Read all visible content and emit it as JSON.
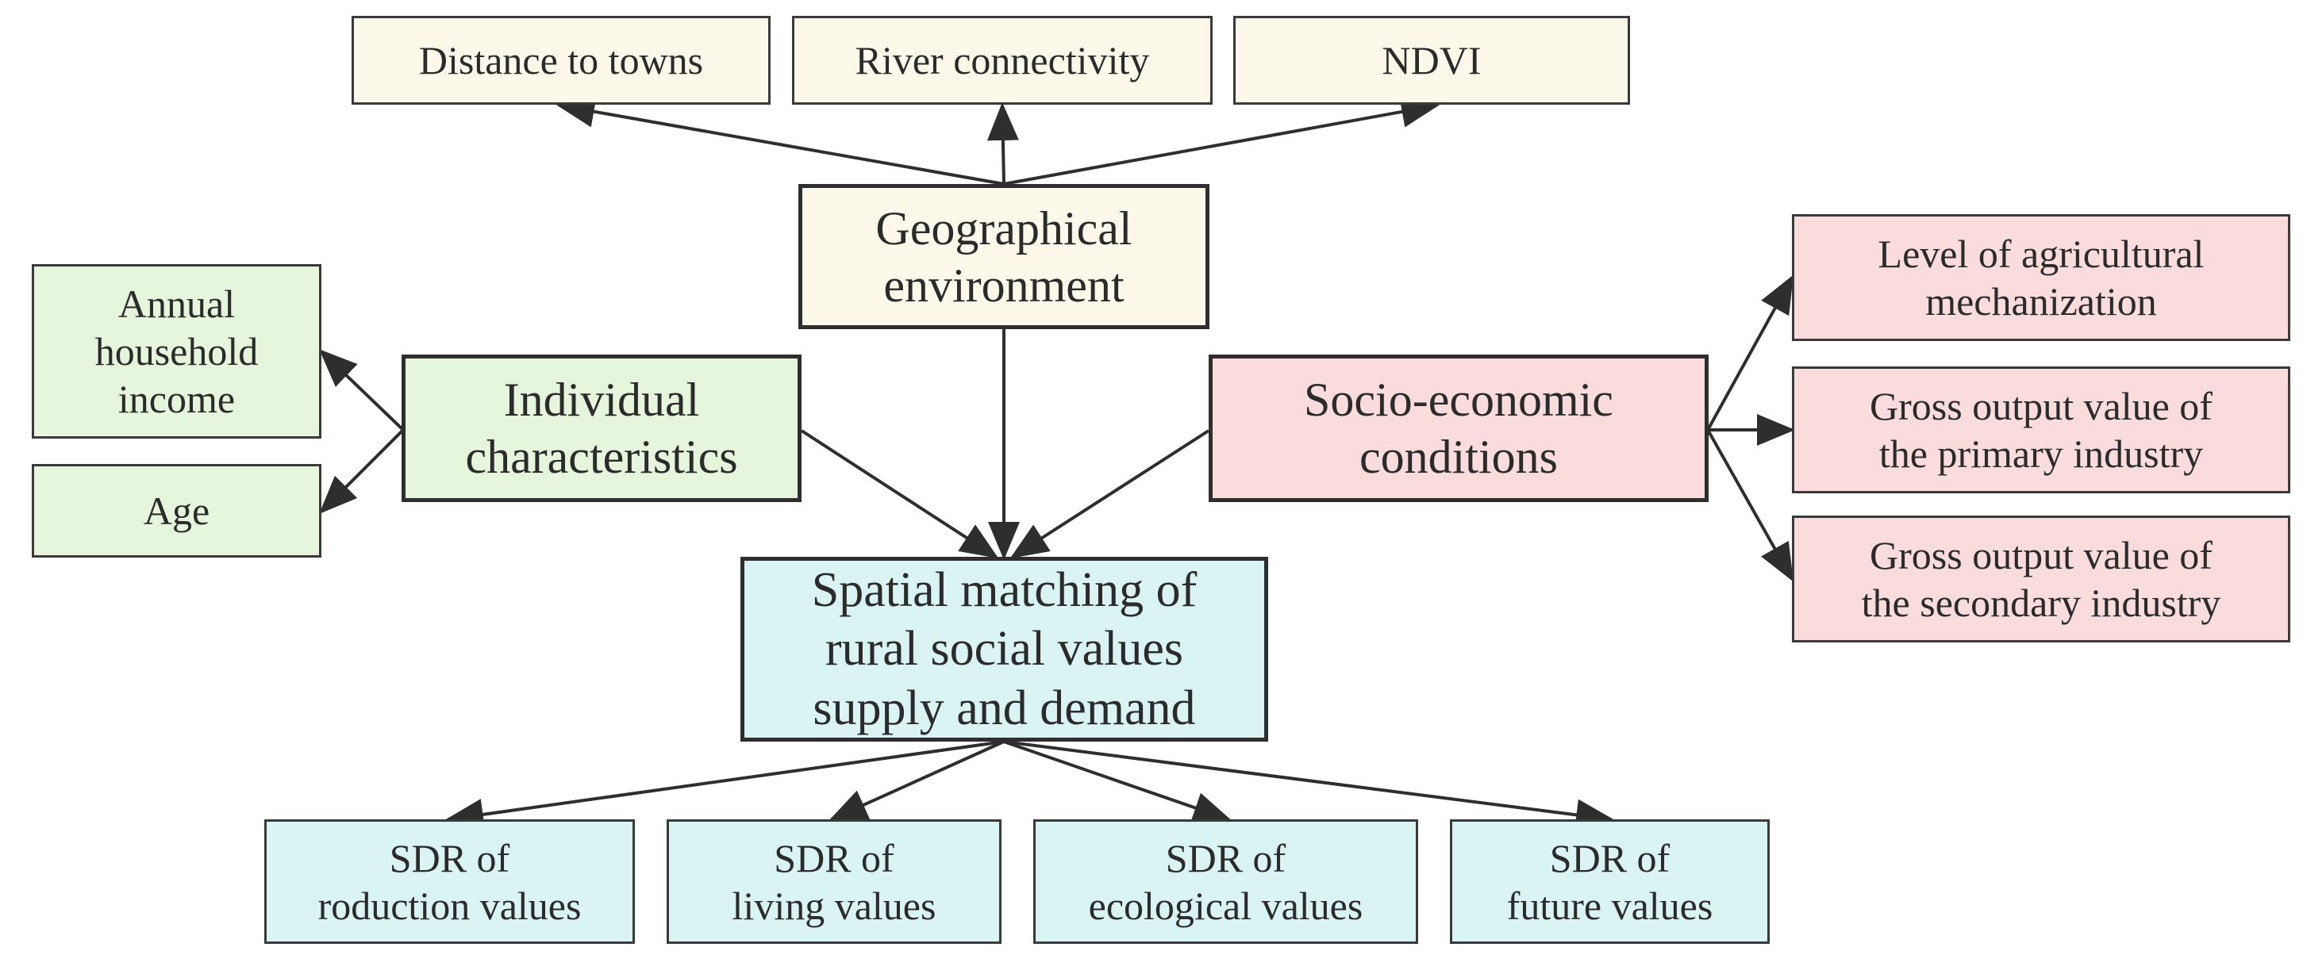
{
  "colors": {
    "geographic_fill": "#fcf9ea",
    "individual_fill": "#e5f6dc",
    "socio_fill": "#fbdcdc",
    "matching_fill": "#daf4f4",
    "border": "#2e2e2e",
    "arrow": "#2e2e2e"
  },
  "nodes": {
    "distance_to_towns": "Distance to towns",
    "river_connectivity": "River connectivity",
    "ndvi": "NDVI",
    "geographical_environment": "Geographical\nenvironment",
    "annual_household_income": "Annual\nhousehold\nincome",
    "age": "Age",
    "individual_characteristics": "Individual\ncharacteristics",
    "socio_economic_conditions": "Socio-economic\nconditions",
    "agricultural_mechanization": "Level of agricultural\nmechanization",
    "primary_industry": "Gross output value of\nthe primary industry",
    "secondary_industry": "Gross output value of\nthe secondary industry",
    "spatial_matching": "Spatial matching of\nrural social values\nsupply and demand",
    "sdr_production": "SDR of\nroduction values",
    "sdr_living": "SDR of\nliving  values",
    "sdr_ecological": "SDR of\necological values",
    "sdr_future": "SDR of\nfuture values"
  }
}
